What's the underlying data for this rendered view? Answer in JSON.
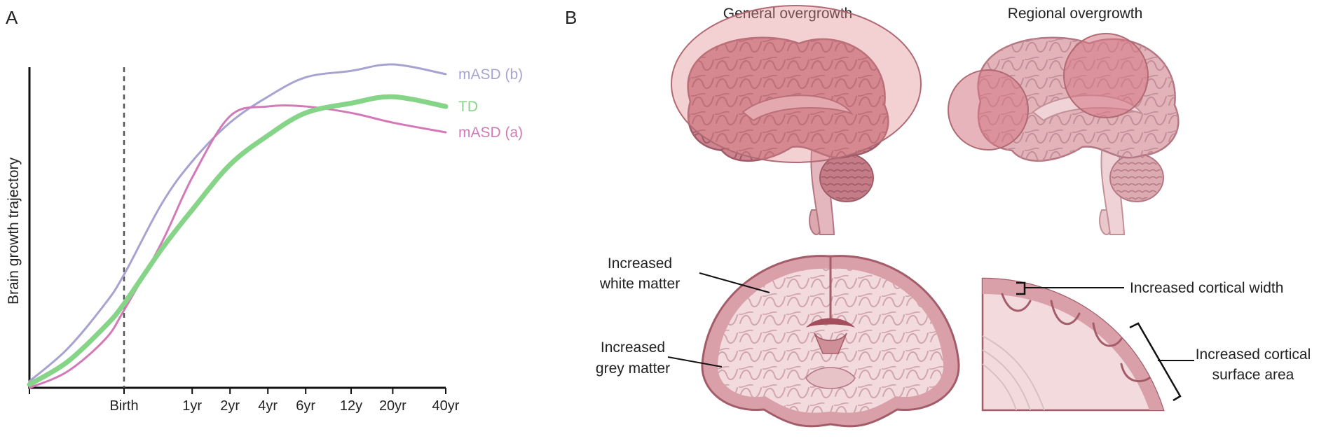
{
  "panels": {
    "a": {
      "letter": "A"
    },
    "b": {
      "letter": "B",
      "general_title": "General overgrowth",
      "regional_title": "Regional overgrowth",
      "annotations": {
        "white_matter": [
          "Increased",
          "white matter"
        ],
        "grey_matter": [
          "Increased",
          "grey matter"
        ],
        "cortical_width": "Increased cortical width",
        "cortical_surface": [
          "Increased cortical",
          "surface area"
        ]
      }
    }
  },
  "colors": {
    "td": "#86d487",
    "masd_a": "#d27ab8",
    "masd_b": "#a7a3d0",
    "brain": "#c9808b",
    "brain_light": "#e3b7bd",
    "overlay": "#e28f93"
  },
  "chart_data": {
    "type": "line",
    "title": "",
    "ylabel": "Brain growth trajectory",
    "xlabel": "",
    "x": [
      "",
      "Birth",
      "1yr",
      "2yr",
      "4yr",
      "6yr",
      "12y",
      "20yr",
      "40yr"
    ],
    "x_index": [
      0,
      2.5,
      4.3,
      5.3,
      6.3,
      7.3,
      8.5,
      9.6,
      11
    ],
    "ylim": [
      0,
      100
    ],
    "reference_line": {
      "at": "Birth",
      "style": "dashed"
    },
    "series": [
      {
        "name": "mASD (b)",
        "values": [
          [
            0,
            2
          ],
          [
            1,
            12
          ],
          [
            2,
            26
          ],
          [
            2.5,
            35
          ],
          [
            3.5,
            57
          ],
          [
            4.3,
            70
          ],
          [
            5.3,
            82
          ],
          [
            6.3,
            90
          ],
          [
            7.3,
            96
          ],
          [
            8.5,
            98
          ],
          [
            9.6,
            100
          ],
          [
            11,
            97
          ]
        ]
      },
      {
        "name": "TD",
        "values": [
          [
            0,
            1
          ],
          [
            1,
            8
          ],
          [
            2,
            19
          ],
          [
            2.5,
            26
          ],
          [
            3.5,
            43
          ],
          [
            4.3,
            55
          ],
          [
            5.3,
            69
          ],
          [
            6.3,
            78
          ],
          [
            7.3,
            85
          ],
          [
            8.5,
            88
          ],
          [
            9.6,
            90
          ],
          [
            11,
            87
          ]
        ]
      },
      {
        "name": "mASD (a)",
        "values": [
          [
            0,
            0
          ],
          [
            1,
            5
          ],
          [
            2,
            15
          ],
          [
            2.5,
            24
          ],
          [
            3.5,
            45
          ],
          [
            4.3,
            65
          ],
          [
            5.3,
            84
          ],
          [
            6.3,
            87
          ],
          [
            7.3,
            87
          ],
          [
            8.5,
            85
          ],
          [
            9.6,
            82
          ],
          [
            11,
            79
          ]
        ]
      }
    ]
  }
}
